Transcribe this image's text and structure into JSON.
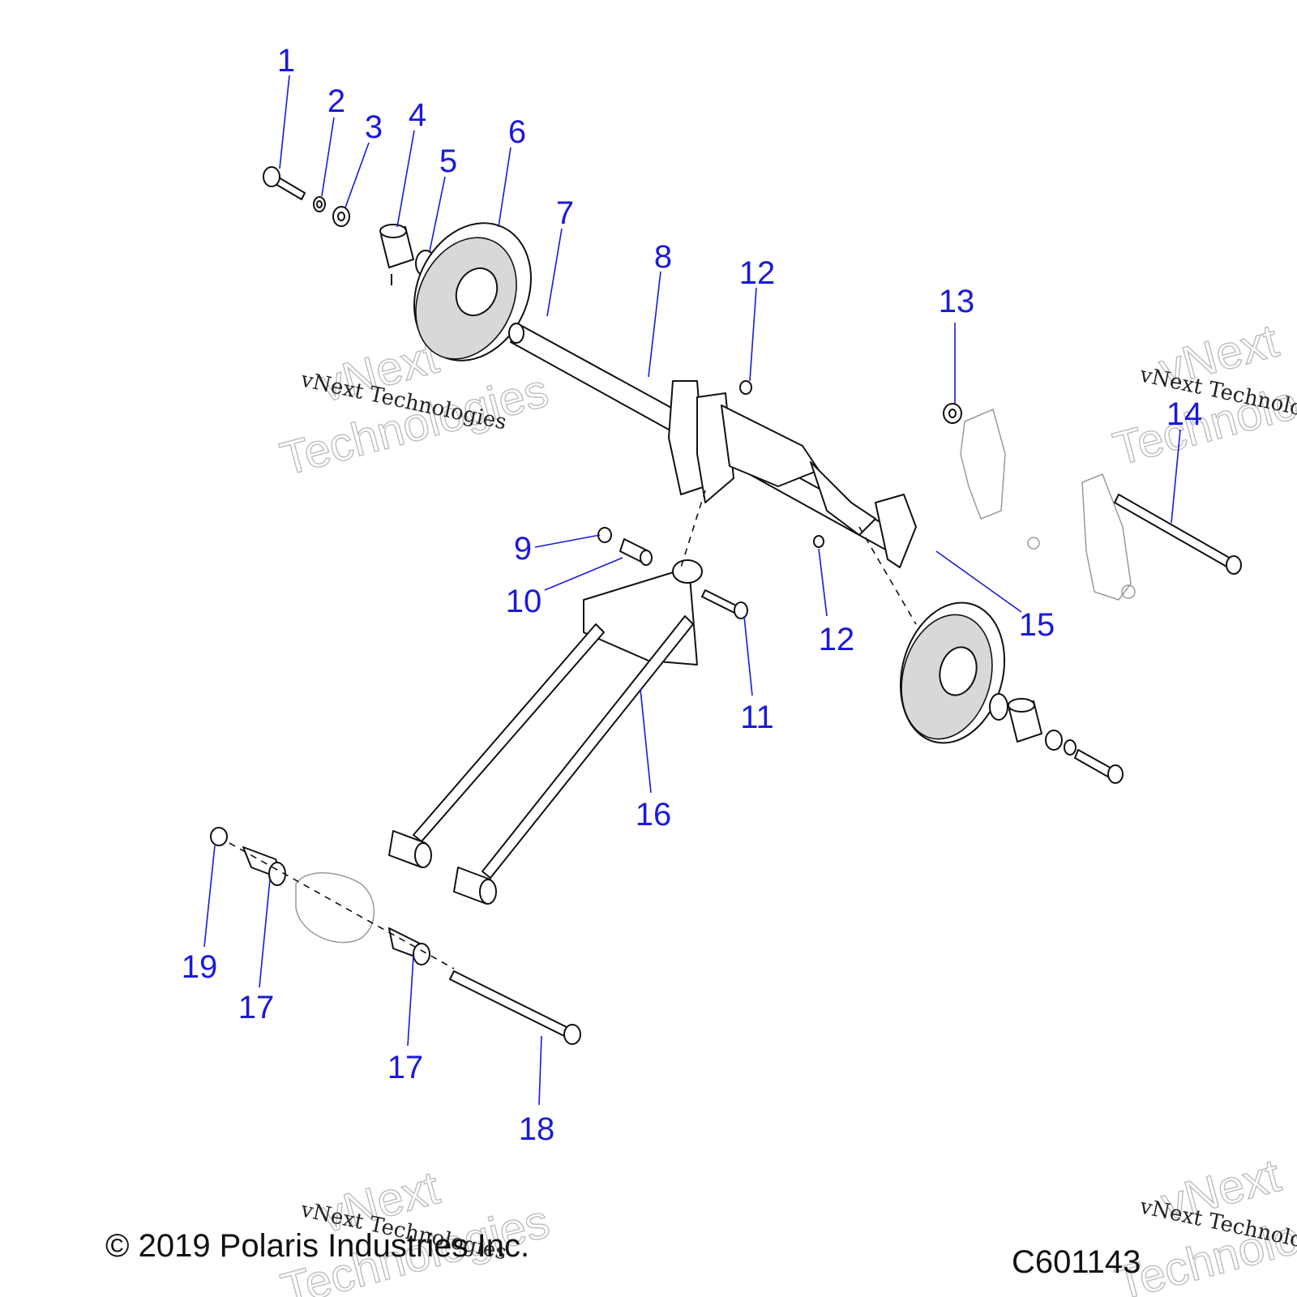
{
  "diagram": {
    "callouts": [
      "1",
      "2",
      "3",
      "4",
      "5",
      "6",
      "7",
      "8",
      "9",
      "10",
      "11",
      "12",
      "12",
      "13",
      "14",
      "15",
      "16",
      "17",
      "17",
      "18",
      "19"
    ],
    "watermark": {
      "line1": "vNext",
      "line2": "Technologies",
      "small": "vNext Technologies"
    },
    "copyright": "© 2019 Polaris Industries Inc.",
    "figure_code": "C601143",
    "colors": {
      "callout": "#1a1adb",
      "line": "#111111",
      "watermark": "#bdbdbd"
    }
  }
}
